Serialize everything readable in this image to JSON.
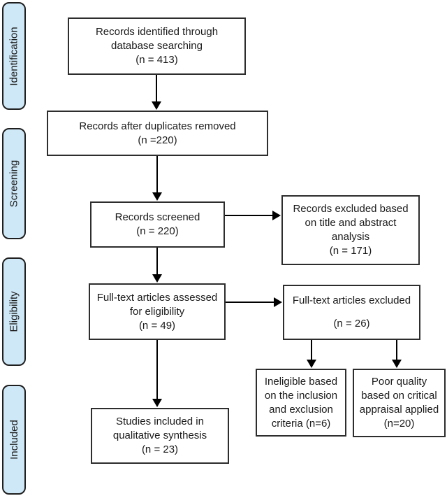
{
  "colors": {
    "background": "#ffffff",
    "stage_fill": "#cfe8f7",
    "stage_border": "#1f1f1f",
    "box_border": "#2d2d2d",
    "arrow": "#000000",
    "text": "#1a1a1a"
  },
  "stages": [
    {
      "label": "Identification"
    },
    {
      "label": "Screening"
    },
    {
      "label": "Eligibility"
    },
    {
      "label": "Included"
    }
  ],
  "boxes": {
    "identified": {
      "lines": [
        "Records identified through",
        "database searching",
        "(n = 413)"
      ]
    },
    "duplicates_removed": {
      "lines": [
        "Records after duplicates removed",
        "(n =220)"
      ]
    },
    "screened": {
      "lines": [
        "Records screened",
        "(n = 220)"
      ]
    },
    "excluded_title_abstract": {
      "lines": [
        "Records excluded based",
        "on title and abstract",
        "analysis",
        "(n = 171)"
      ]
    },
    "fulltext_assessed": {
      "lines": [
        "Full-text articles assessed",
        "for eligibility",
        "(n = 49)"
      ]
    },
    "fulltext_excluded": {
      "lines": [
        "Full-text articles excluded",
        "(n = 26)"
      ]
    },
    "included_qualitative": {
      "lines": [
        "Studies included in",
        "qualitative synthesis",
        "(n = 23)"
      ]
    },
    "ineligible_criteria": {
      "lines": [
        "Ineligible based",
        "on the inclusion",
        "and exclusion",
        "criteria (n=6)"
      ]
    },
    "poor_quality": {
      "lines": [
        "Poor quality",
        "based on critical",
        "appraisal applied",
        "(n=20)"
      ]
    }
  }
}
